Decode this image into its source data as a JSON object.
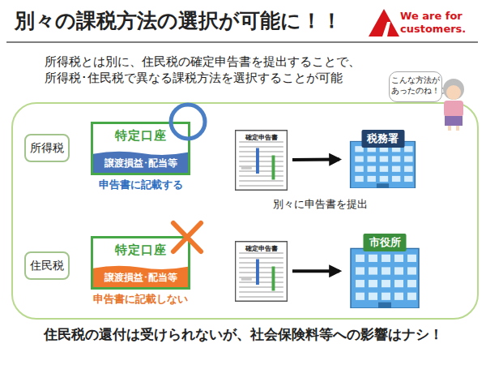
{
  "diagram": {
    "title": "別々の課税方法の選択が可能に！！",
    "caption": "住民税の還付は受けられないが、社会保険料等への影響はナシ！",
    "nodes": [
      {
        "text": [
          "こんな方法があったのね！"
        ]
      },
      {
        "text": [
          "所得税"
        ]
      },
      {
        "text": [
          "特定口座"
        ]
      },
      {
        "text": [
          "譲渡損益･配当等"
        ],
        "in": 2
      },
      {
        "text": [
          "確定申告書"
        ]
      },
      {
        "text": [
          "税務署"
        ]
      },
      {
        "text": [
          "住民税"
        ]
      },
      {
        "text": [
          "特定口座"
        ]
      },
      {
        "text": [
          "譲渡損益･配当等"
        ],
        "in": 7
      },
      {
        "text": [
          "確定申告書"
        ]
      },
      {
        "text": [
          "市役所"
        ]
      }
    ],
    "edges": [
      {
        "from": 4,
        "to": 5,
        "arrow": "to"
      },
      {
        "from": 9,
        "to": 10,
        "arrow": "to"
      }
    ],
    "labels": [
      "We are for customers.",
      "所得税とは別に、住民税の確定申告書を提出することで、 所得税･住民税で異なる課税方法を選択することが可能",
      "申告書に記載する",
      "別々に申告書を提出",
      "申告書に記載しない"
    ]
  }
}
